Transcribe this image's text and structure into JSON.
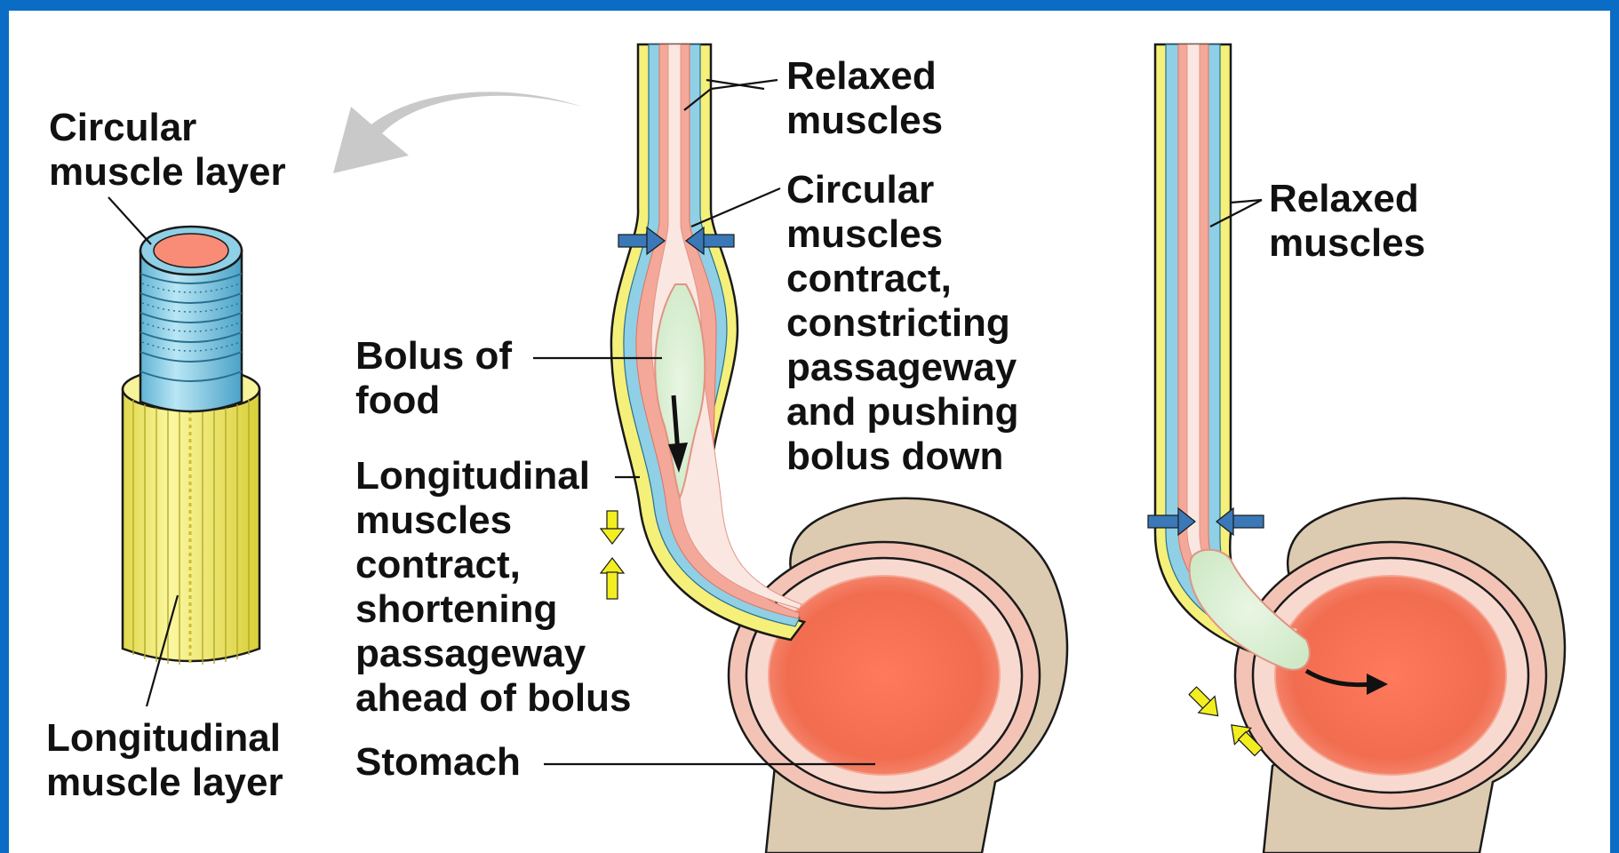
{
  "labels": {
    "circular_layer": [
      "Circular",
      "muscle layer"
    ],
    "longitudinal_layer": [
      "Longitudinal",
      "muscle layer"
    ],
    "relaxed_top": [
      "Relaxed",
      "muscles"
    ],
    "circular_contract": [
      "Circular",
      "muscles",
      "contract,",
      "constricting",
      "passageway",
      "and pushing",
      "bolus down"
    ],
    "bolus": [
      "Bolus of",
      "food"
    ],
    "longitudinal_contract": [
      "Longitudinal",
      "muscles",
      "contract,",
      "shortening",
      "passageway",
      "ahead of bolus"
    ],
    "stomach": [
      "Stomach"
    ],
    "relaxed_right": [
      "Relaxed",
      "muscles"
    ]
  },
  "colors": {
    "frame": "#0a6cc4",
    "longitudinal_muscle": "#f5f07a",
    "circular_muscle": "#8fd0e6",
    "mucosa": "#f4a89a",
    "lumen": "#fbe7e2",
    "bolus": "#dff0d8",
    "stomach_outer": "#dccbb0",
    "stomach_inner": "#f26d50",
    "constriction_arrow": "#3a78b8",
    "shortening_arrow": "#f2ee20"
  }
}
